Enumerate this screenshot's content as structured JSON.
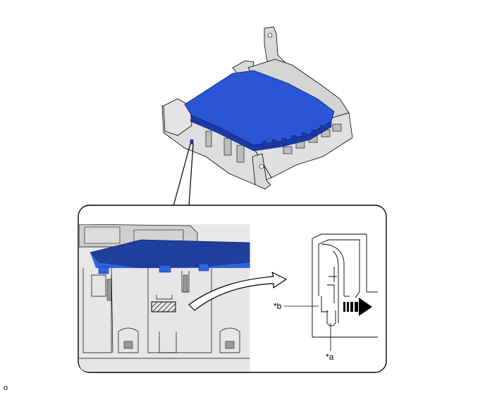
{
  "callouts": {
    "a": "*a",
    "b": "*b"
  },
  "corner_code": "o",
  "colors": {
    "module_blue": "#2a56d6",
    "module_blue_dark": "#1a3aa8",
    "housing_gray": "#d9d9d9",
    "outline": "#000000",
    "arrow": "#000000"
  },
  "icons": {
    "curved_pointer": "curved-arrow-icon",
    "direction": "dashed-arrow-right-icon",
    "hatched_marker": "hatched-rectangle-icon"
  }
}
